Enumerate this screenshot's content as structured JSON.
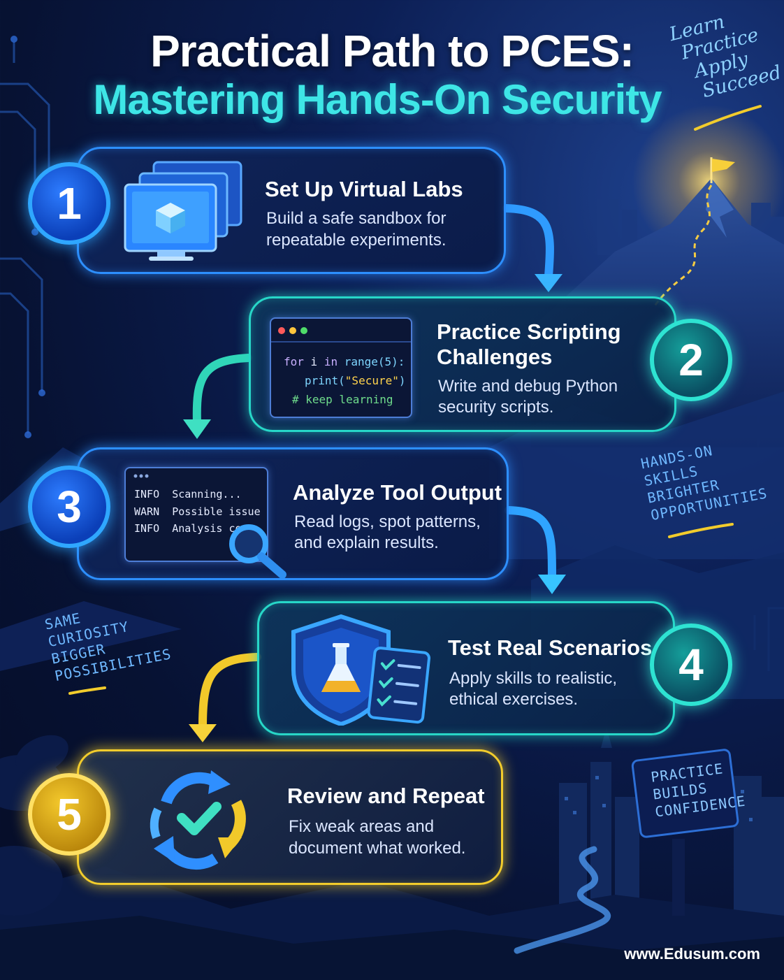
{
  "title": {
    "line1": "Practical Path to PCES:",
    "line2": "Mastering Hands-On Security"
  },
  "motto": [
    "Learn",
    "Practice",
    "Apply",
    "Succeed"
  ],
  "steps": [
    {
      "number": "1",
      "title": "Set Up Virtual Labs",
      "desc1": "Build a safe sandbox for",
      "desc2": "repeatable experiments."
    },
    {
      "number": "2",
      "title1": "Practice Scripting",
      "title2": "Challenges",
      "desc1": "Write and debug Python",
      "desc2": "security scripts."
    },
    {
      "number": "3",
      "title": "Analyze Tool Output",
      "desc1": "Read logs, spot patterns,",
      "desc2": "and explain results."
    },
    {
      "number": "4",
      "title": "Test Real Scenarios",
      "desc1": "Apply skills to realistic,",
      "desc2": "ethical exercises."
    },
    {
      "number": "5",
      "title": "Review and Repeat",
      "desc1": "Fix weak areas and",
      "desc2": "document what worked."
    }
  ],
  "code": {
    "l1a": "for",
    "l1b": "i",
    "l1c": "in",
    "l1d": "range(5):",
    "l2a": "print(",
    "l2b": "\"Secure\"",
    "l2c": ")",
    "l3": "# keep learning"
  },
  "log": {
    "r1a": "INFO",
    "r1b": "Scanning...",
    "r2a": "WARN",
    "r2b": "Possible issue",
    "r3a": "INFO",
    "r3b": "Analysis co"
  },
  "notes": {
    "right": [
      "HANDS-ON",
      "SKILLS",
      "BRIGHTER",
      "OPPORTUNITIES"
    ],
    "left": [
      "SAME",
      "CURIOSITY",
      "BIGGER",
      "POSSIBILITIES"
    ],
    "sign": [
      "PRACTICE",
      "BUILDS",
      "CONFIDENCE"
    ]
  },
  "footer": {
    "url": "www.Edusum.com"
  },
  "colors": {
    "blue": "#2d8fff",
    "teal": "#27d7c8",
    "yellow": "#f2cc2c",
    "title_accent": "#3ee6e6"
  }
}
